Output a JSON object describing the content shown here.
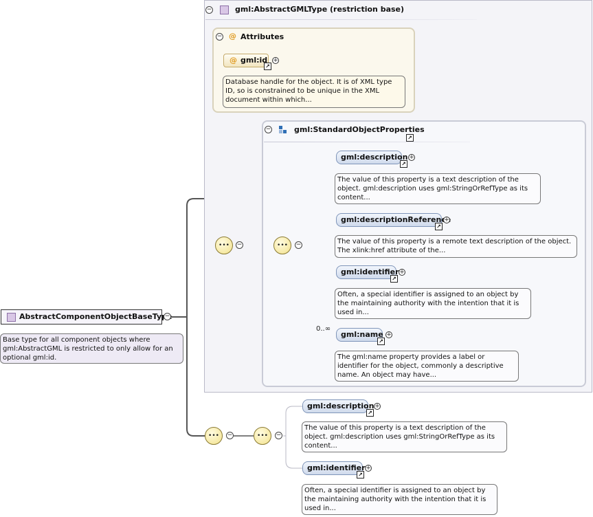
{
  "root": {
    "name": "AbstractComponentObjectBaseType",
    "description": "Base type for all component objects where gml:AbstractGML is restricted to only allow for an optional gml:id."
  },
  "restriction_panel": {
    "title": "gml:AbstractGMLType (restriction base)"
  },
  "attributes_panel": {
    "title": "Attributes",
    "at_symbol": "@",
    "attribute": {
      "name": "gml:id",
      "description": "Database handle for the object. It is of XML type ID, so is constrained to be unique in the XML document within which..."
    }
  },
  "group_panel": {
    "title": "gml:StandardObjectProperties",
    "elements": [
      {
        "name": "gml:description",
        "description": "The value of this property is a text description of the object. gml:description uses gml:StringOrRefType as its content..."
      },
      {
        "name": "gml:descriptionReference",
        "description": "The value of this property is a remote text description of the object. The xlink:href attribute of the..."
      },
      {
        "name": "gml:identifier",
        "description": "Often, a special identifier is assigned to an object by the maintaining authority with the intention that it is used in..."
      },
      {
        "name": "gml:name",
        "cardinality": "0..∞",
        "description": "The gml:name property provides a label or identifier for the object, commonly a descriptive name. An object may have..."
      }
    ]
  },
  "bottom_sequence": {
    "elements": [
      {
        "name": "gml:description",
        "description": "The value of this property is a text description of the object. gml:description uses gml:StringOrRefType as its content..."
      },
      {
        "name": "gml:identifier",
        "description": "Often, a special identifier is assigned to an object by the maintaining authority with the intention that it is used in..."
      }
    ]
  },
  "symbols": {
    "collapse": "−",
    "expand": "+",
    "ref_arrow": "↗",
    "sequence": "•••"
  },
  "colors": {
    "wire": "#555555",
    "element_fill": "#cfdaec",
    "attribute_fill": "#f2e5bf",
    "sequence_fill": "#f2e18a",
    "type_icon": "#d9c7e6"
  }
}
